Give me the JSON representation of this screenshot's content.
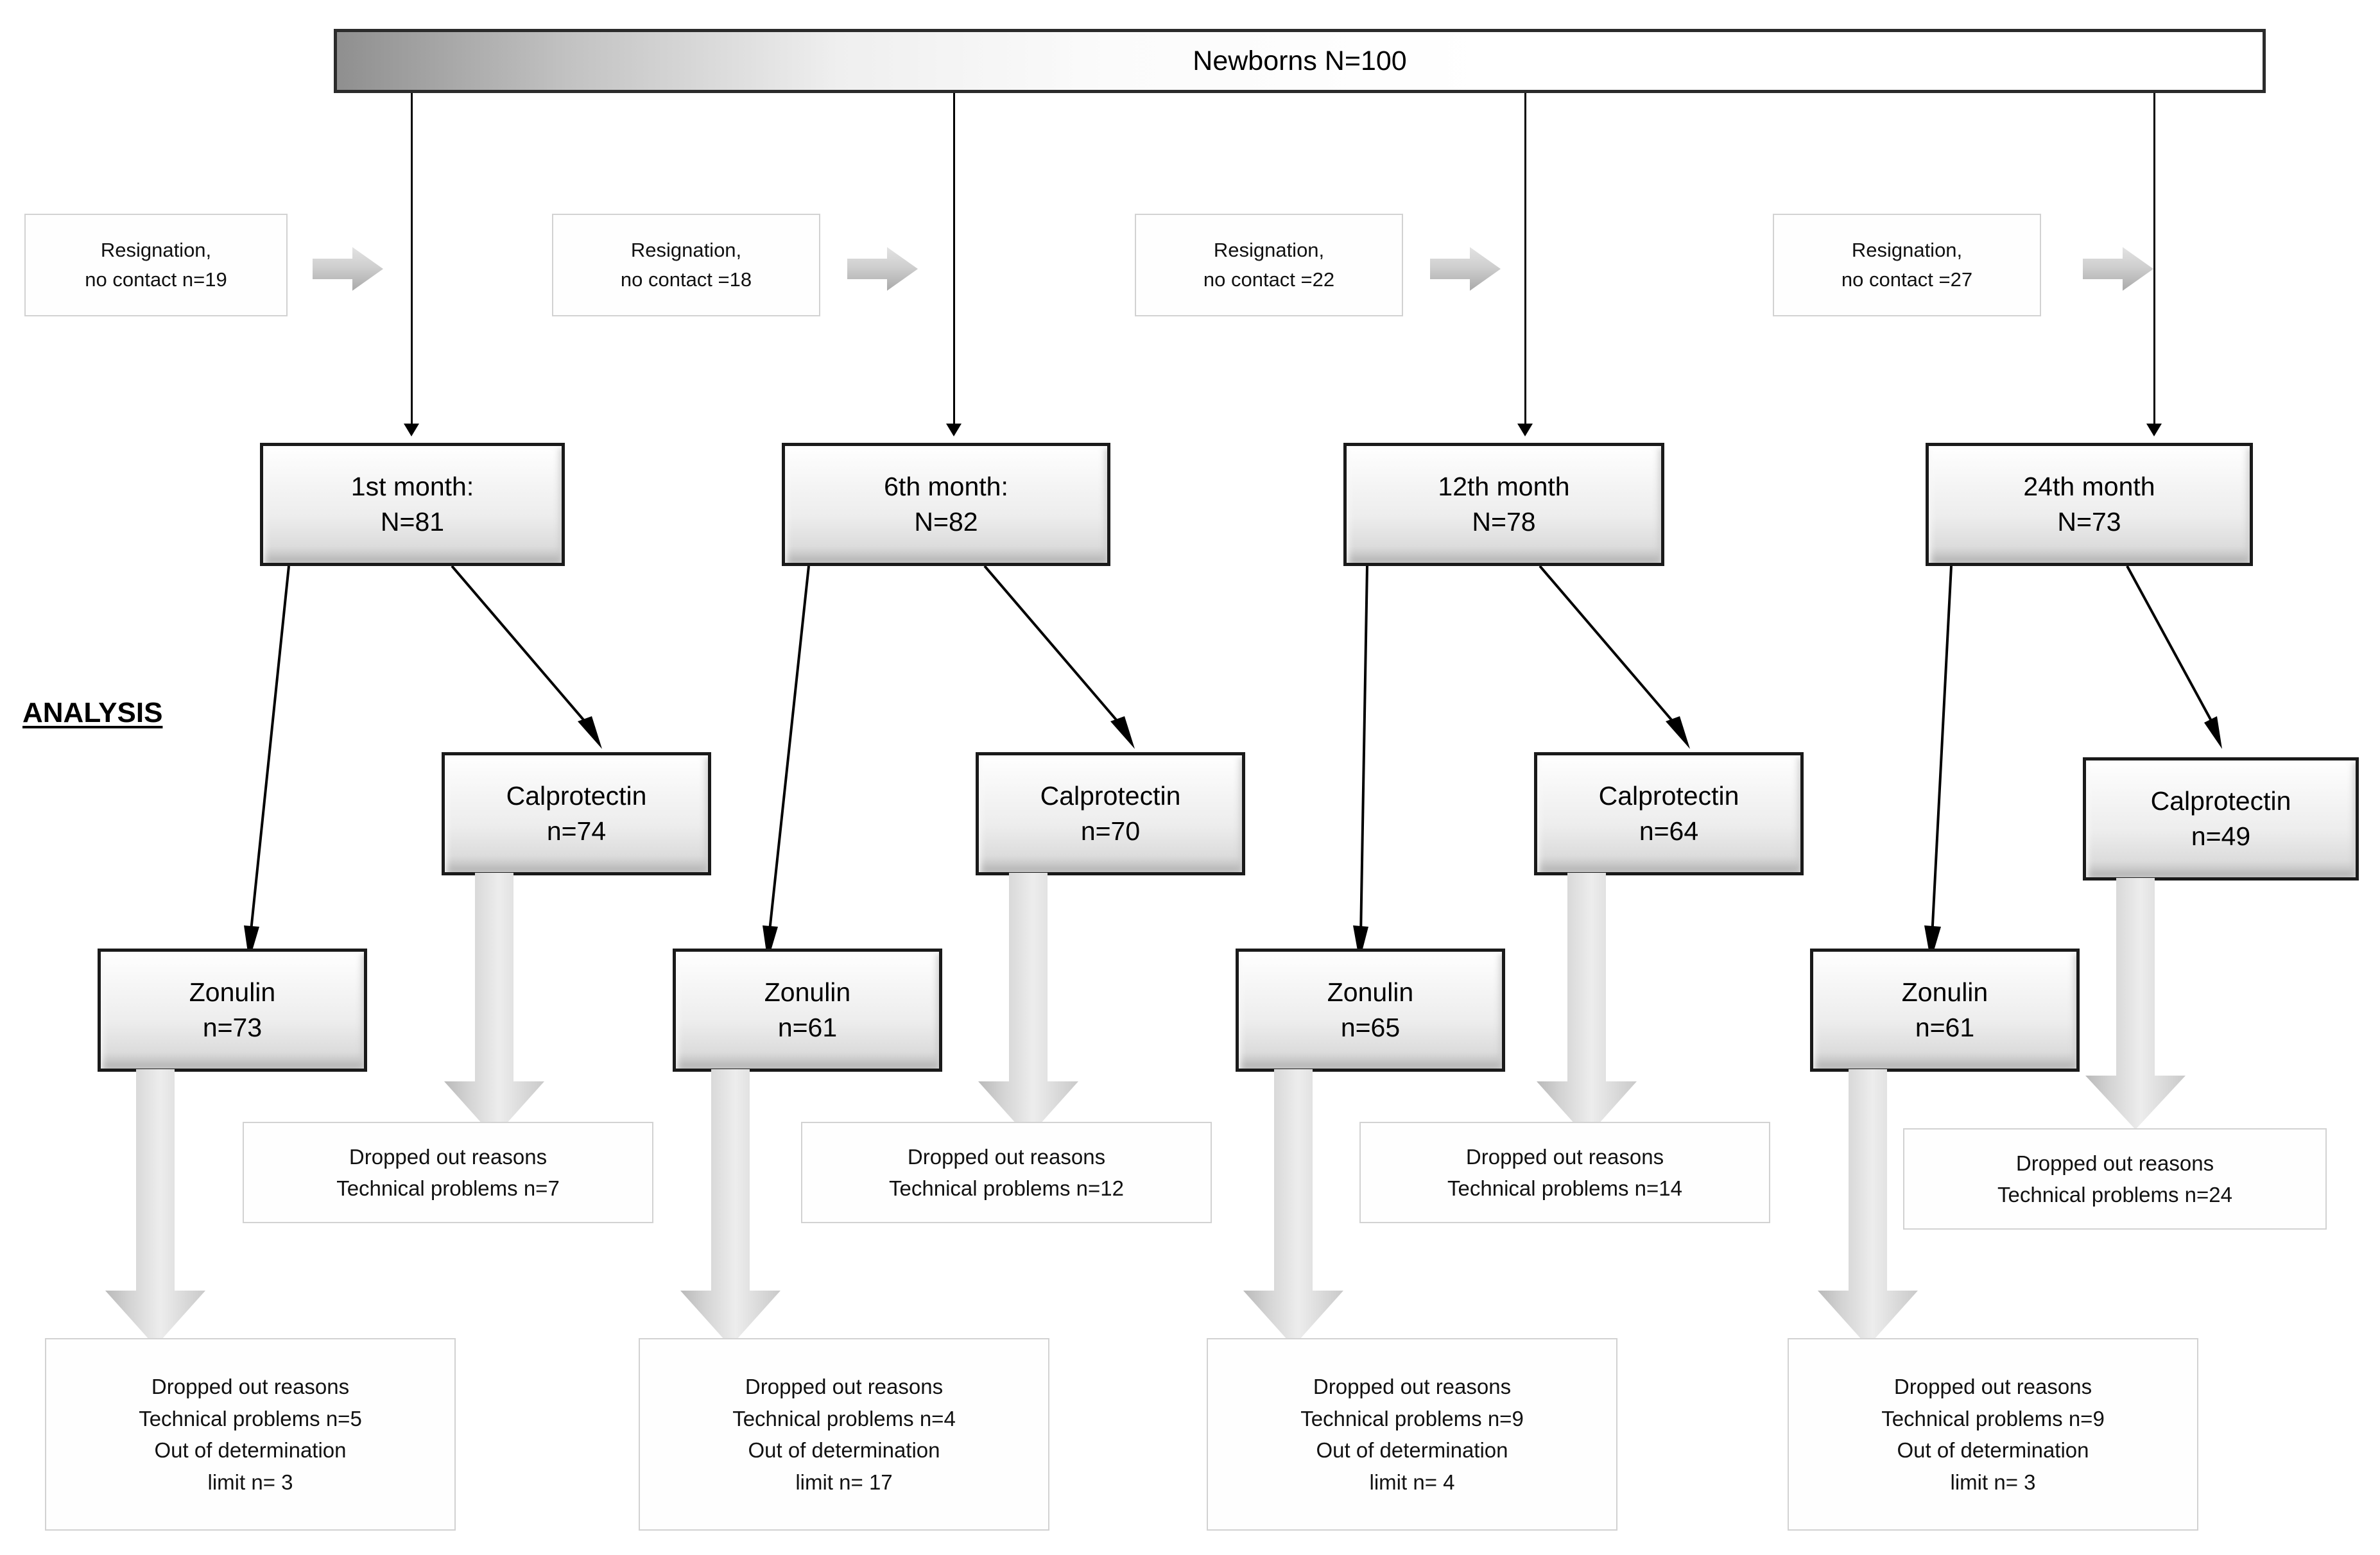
{
  "diagram": {
    "title_banner": {
      "label": "Newborns N=100"
    },
    "section_label": "ANALYSIS",
    "resignations": [
      {
        "line1": "Resignation,",
        "line2": "no contact n=19"
      },
      {
        "line1": "Resignation,",
        "line2": "no contact =18"
      },
      {
        "line1": "Resignation,",
        "line2": "no contact =22"
      },
      {
        "line1": "Resignation,",
        "line2": "no contact =27"
      }
    ],
    "timepoints": [
      {
        "line1": "1st month:",
        "line2": "N=81"
      },
      {
        "line1": "6th month:",
        "line2": "N=82"
      },
      {
        "line1": "12th month",
        "line2": "N=78"
      },
      {
        "line1": "24th month",
        "line2": "N=73"
      }
    ],
    "calprotectin": [
      {
        "line1": "Calprotectin",
        "line2": "n=74"
      },
      {
        "line1": "Calprotectin",
        "line2": "n=70"
      },
      {
        "line1": "Calprotectin",
        "line2": "n=64"
      },
      {
        "line1": "Calprotectin",
        "line2": "n=49"
      }
    ],
    "zonulin": [
      {
        "line1": "Zonulin",
        "line2": "n=73"
      },
      {
        "line1": "Zonulin",
        "line2": "n=61"
      },
      {
        "line1": "Zonulin",
        "line2": "n=65"
      },
      {
        "line1": "Zonulin",
        "line2": "n=61"
      }
    ],
    "calprotectin_dropouts": [
      {
        "line1": "Dropped out reasons",
        "line2": "Technical problems n=7"
      },
      {
        "line1": "Dropped out reasons",
        "line2": "Technical problems n=12"
      },
      {
        "line1": "Dropped out reasons",
        "line2": "Technical problems n=14"
      },
      {
        "line1": "Dropped out reasons",
        "line2": "Technical problems n=24"
      }
    ],
    "zonulin_dropouts": [
      {
        "line1": "Dropped out reasons",
        "line2": "Technical problems n=5",
        "line3": "Out of determination",
        "line4": "limit n= 3"
      },
      {
        "line1": "Dropped out reasons",
        "line2": "Technical problems n=4",
        "line3": "Out of determination",
        "line4": "limit n= 17"
      },
      {
        "line1": "Dropped out reasons",
        "line2": "Technical problems n=9",
        "line3": "Out of determination",
        "line4": "limit n= 4"
      },
      {
        "line1": "Dropped out reasons",
        "line2": "Technical problems n=9",
        "line3": "Out of determination",
        "line4": "limit n= 3"
      }
    ],
    "colors": {
      "node_border": "#1a1a1a",
      "note_border": "#d2d2d2",
      "connector": "#000000",
      "block_arrow": "#cfcfcf",
      "background": "#ffffff"
    }
  }
}
